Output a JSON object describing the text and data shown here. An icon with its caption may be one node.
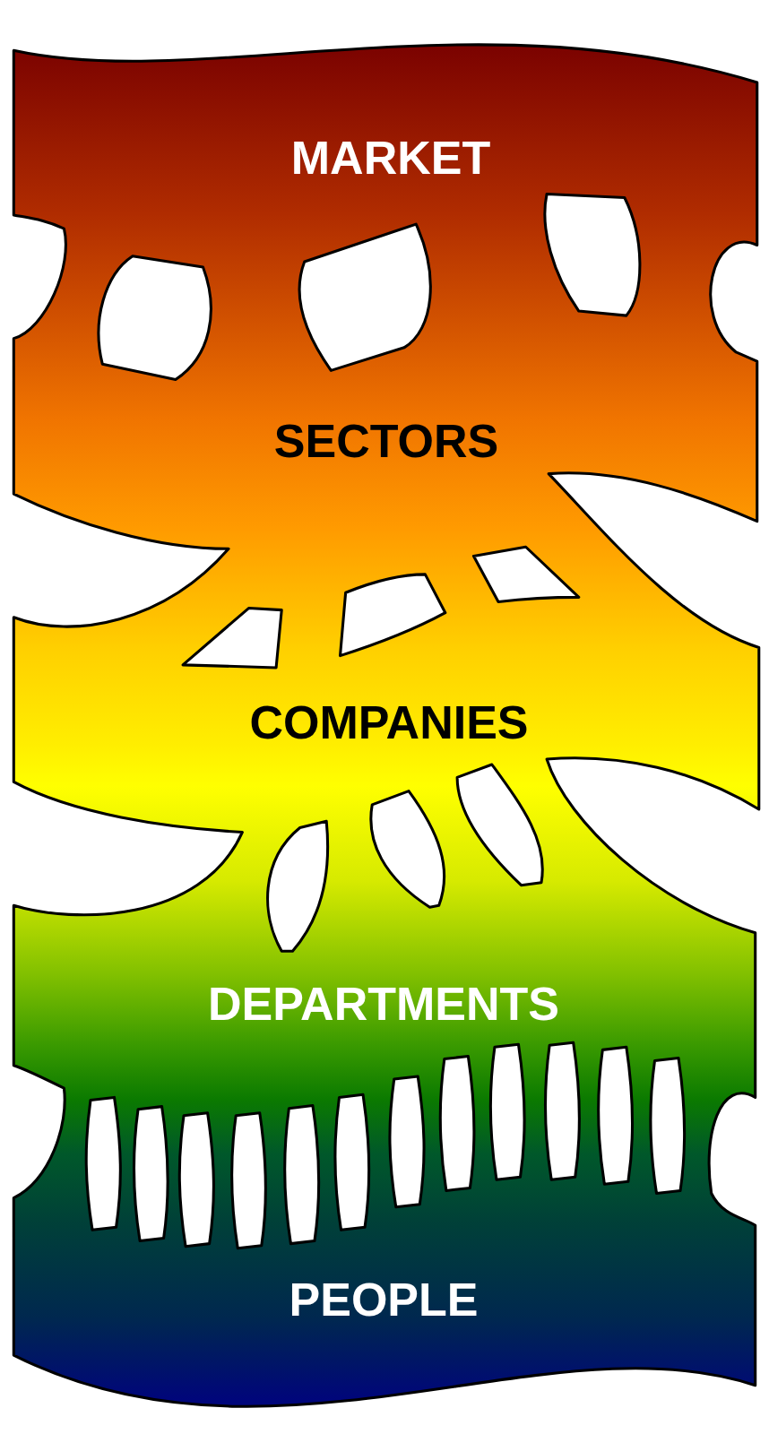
{
  "diagram": {
    "labels": [
      "MARKET",
      "SECTORS",
      "COMPANIES",
      "DEPARTMENTS",
      "PEOPLE"
    ]
  }
}
